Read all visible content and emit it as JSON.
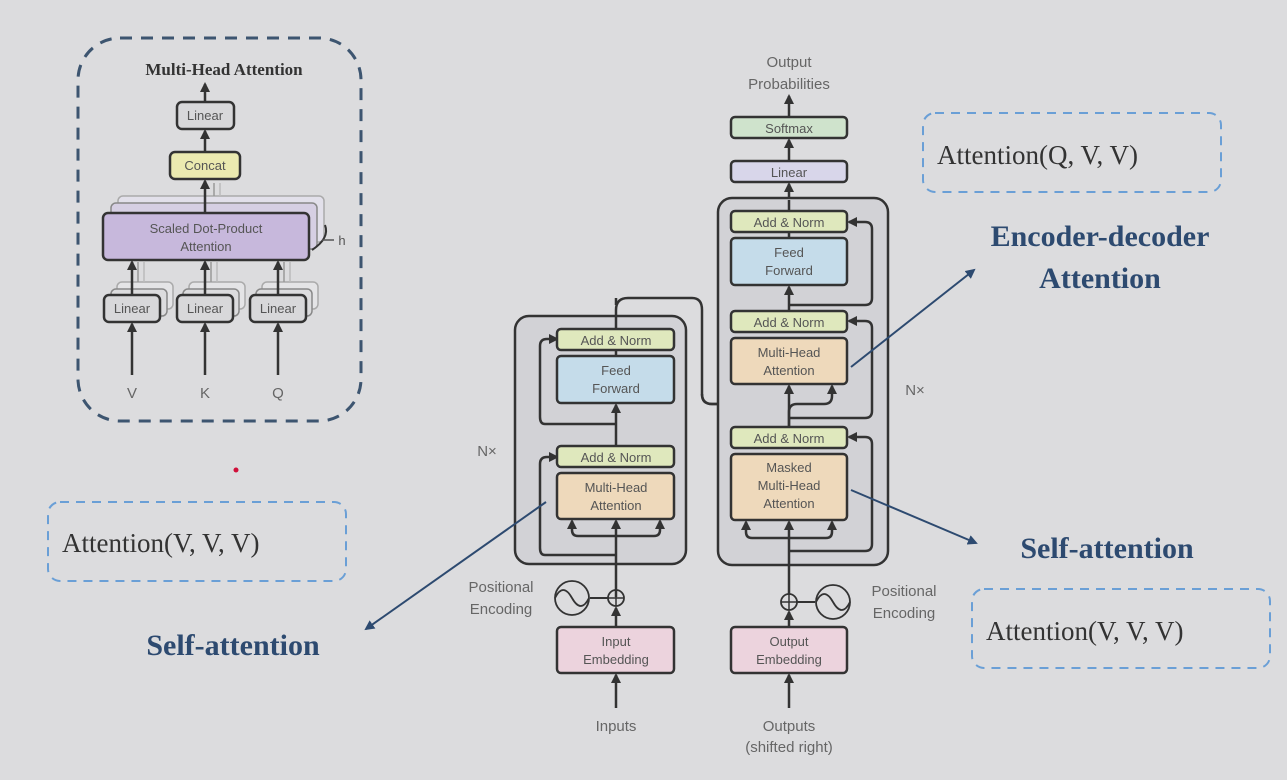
{
  "colors": {
    "background": "#dcdcde",
    "add_norm": "#dfe8bd",
    "feed_forward": "#c5dcea",
    "attention": "#eed9bb",
    "embedding": "#ecd3dd",
    "linear_out": "#d8d6ea",
    "softmax": "#cfe3cc",
    "concat": "#ebeab0",
    "scaled_dot": "#c7b8dc",
    "linear_small": "#d8d8da",
    "callout_text": "#2d4a70",
    "formula_box": "#6a9fd6",
    "dashed_frame": "#3d5570"
  },
  "multi_head_panel": {
    "title": "Multi-Head Attention",
    "linear_top": "Linear",
    "concat": "Concat",
    "scaled_line1": "Scaled Dot-Product",
    "scaled_line2": "Attention",
    "heads_label": "h",
    "linear_inputs": [
      "Linear",
      "Linear",
      "Linear"
    ],
    "inputs": [
      "V",
      "K",
      "Q"
    ]
  },
  "encoder": {
    "repeat_label": "N×",
    "add_norm_top": "Add & Norm",
    "ff_line1": "Feed",
    "ff_line2": "Forward",
    "add_norm_bottom": "Add & Norm",
    "mha_line1": "Multi-Head",
    "mha_line2": "Attention",
    "pos_enc_line1": "Positional",
    "pos_enc_line2": "Encoding",
    "emb_line1": "Input",
    "emb_line2": "Embedding",
    "input_label": "Inputs"
  },
  "decoder": {
    "output_line1": "Output",
    "output_line2": "Probabilities",
    "softmax": "Softmax",
    "linear": "Linear",
    "repeat_label": "N×",
    "add_norm_1": "Add & Norm",
    "ff_line1": "Feed",
    "ff_line2": "Forward",
    "add_norm_2": "Add & Norm",
    "mha_line1": "Multi-Head",
    "mha_line2": "Attention",
    "add_norm_3": "Add & Norm",
    "masked_line1": "Masked",
    "masked_line2": "Multi-Head",
    "masked_line3": "Attention",
    "pos_enc_line1": "Positional",
    "pos_enc_line2": "Encoding",
    "emb_line1": "Output",
    "emb_line2": "Embedding",
    "input_line1": "Outputs",
    "input_line2": "(shifted right)"
  },
  "annotations": {
    "encoder_formula": "Attention(V, V, V)",
    "encoder_callout": "Self-attention",
    "cross_formula": "Attention(Q, V, V)",
    "cross_callout_line1": "Encoder-decoder",
    "cross_callout_line2": "Attention",
    "decoder_formula": "Attention(V, V, V)",
    "decoder_callout": "Self-attention"
  }
}
